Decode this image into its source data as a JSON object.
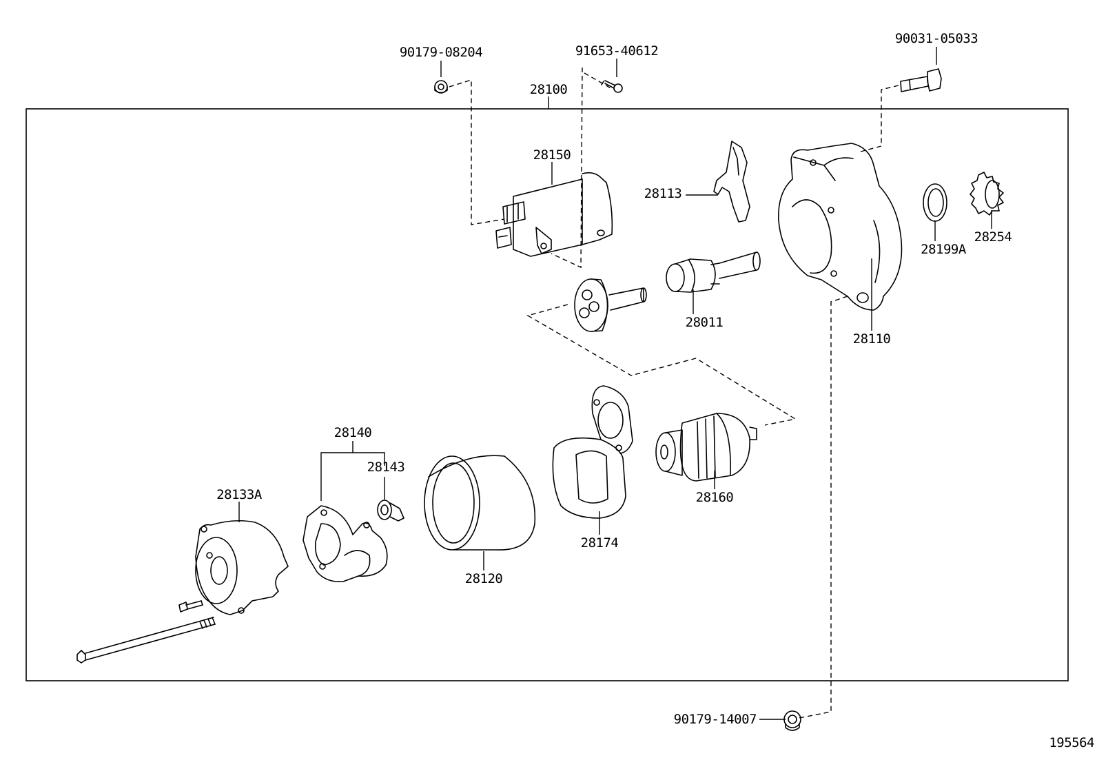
{
  "diagram": {
    "figure_id": "195564",
    "labels": {
      "p90179_08204": "90179-08204",
      "p91653_40612": "91653-40612",
      "p90031_05033": "90031-05033",
      "p28100": "28100",
      "p28150": "28150",
      "p28113": "28113",
      "p28254": "28254",
      "p28199A": "28199A",
      "p28011": "28011",
      "p28110": "28110",
      "p28140": "28140",
      "p28143": "28143",
      "p28133A": "28133A",
      "p28160": "28160",
      "p28174": "28174",
      "p28120": "28120",
      "p90179_14007": "90179-14007"
    }
  }
}
